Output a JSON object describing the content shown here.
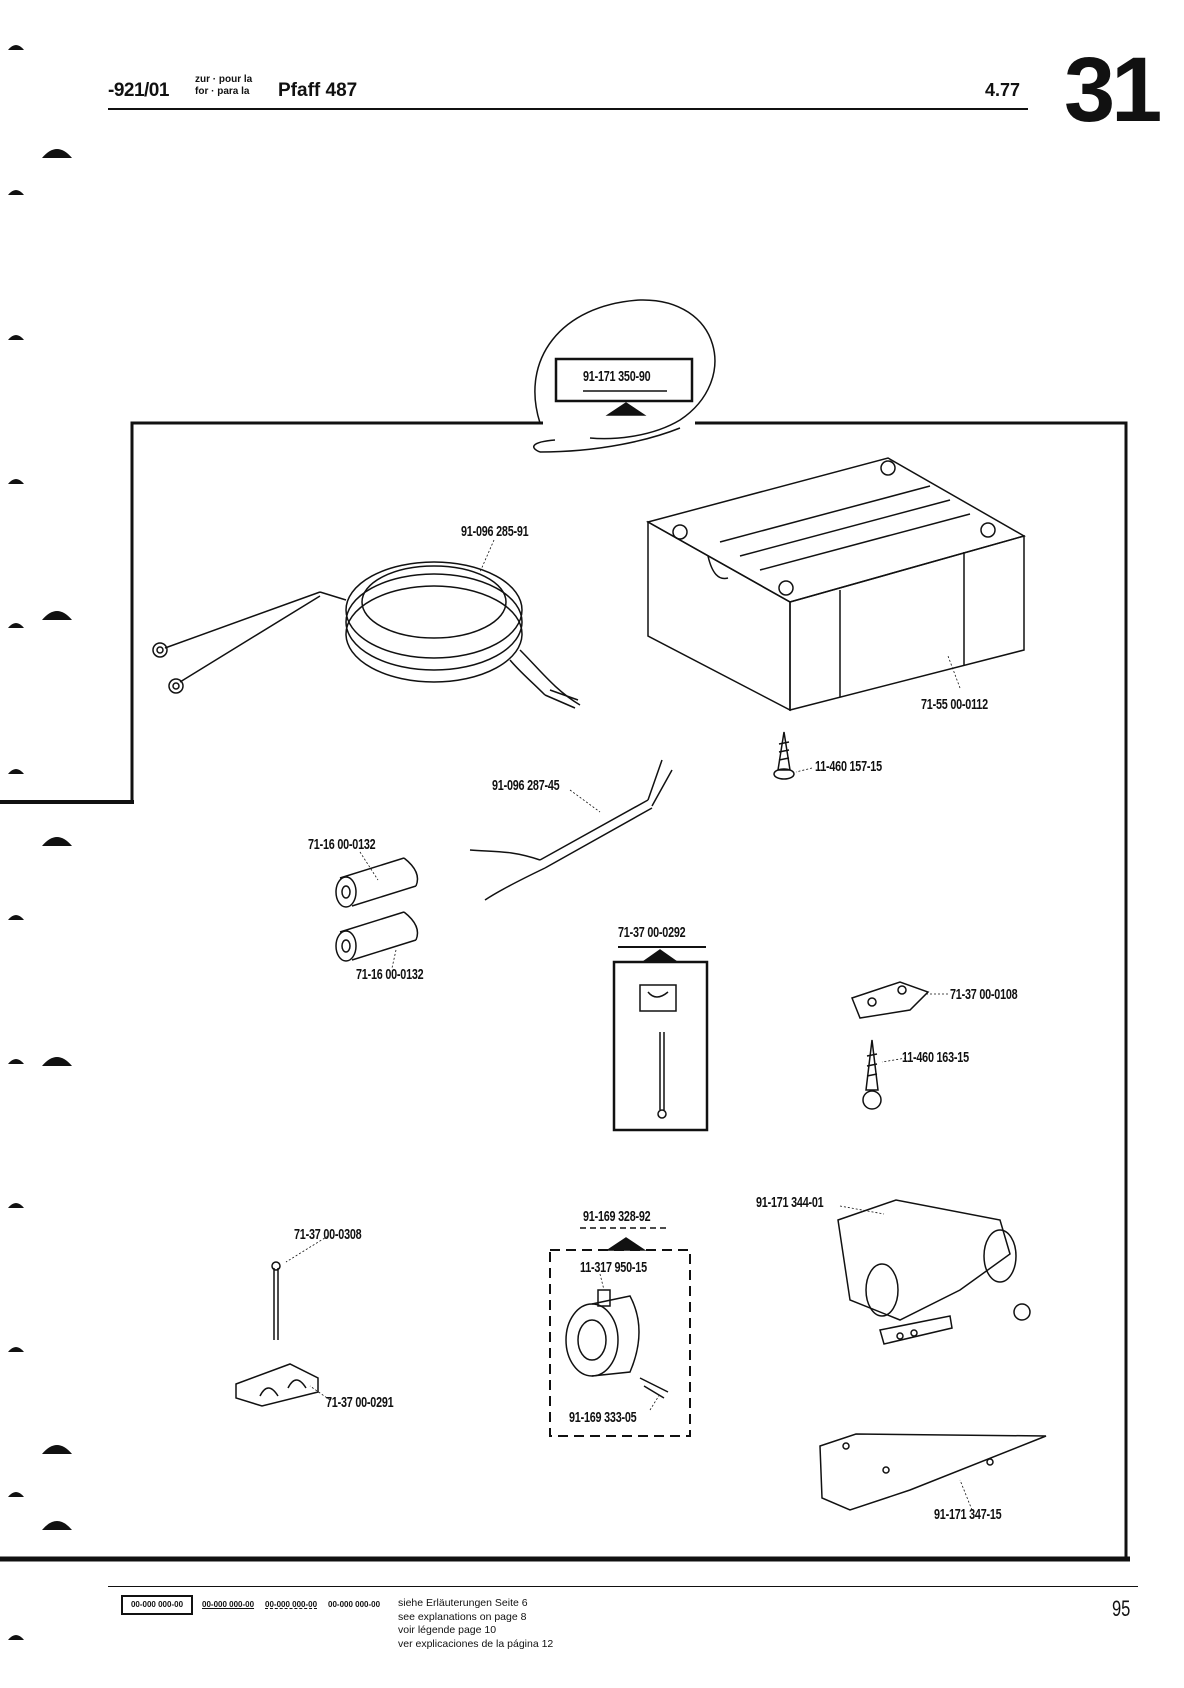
{
  "header": {
    "code": "-921/01",
    "small_line1": "zur · pour la",
    "small_line2": "for · para la",
    "model": "Pfaff 487",
    "date": "4.77",
    "group_number": "31"
  },
  "parts": {
    "kit_boxed": "91-171 350-90",
    "cable_coil": "91-096 285-91",
    "motor_box": "71-55 00-0112",
    "screw_box": "11-460 157-15",
    "cable_short": "91-096 287-45",
    "sleeve_top": "71-16 00-0132",
    "sleeve_bottom": "71-16 00-0132",
    "clip_boxed": "71-37 00-0292",
    "clip_small": "71-37 00-0108",
    "screw_clip": "11-460 163-15",
    "nail": "71-37 00-0308",
    "clip_double": "71-37 00-0291",
    "collar_kit": "91-169 328-92",
    "collar_screw": "11-317 950-15",
    "collar_pin": "91-169 333-05",
    "bracket": "91-171 344-01",
    "plate": "91-171 347-15"
  },
  "footer": {
    "legend_boxed": "00-000 000-00",
    "legend_underline": "00-000 000-00",
    "legend_dashed": "00-000 000-00",
    "legend_plain": "00-000 000-00",
    "notes": [
      "siehe Erläuterungen Seite 6",
      "see explanations on page 8",
      "voir légende page 10",
      "ver explicaciones de la página 12"
    ],
    "page_number": "95"
  }
}
